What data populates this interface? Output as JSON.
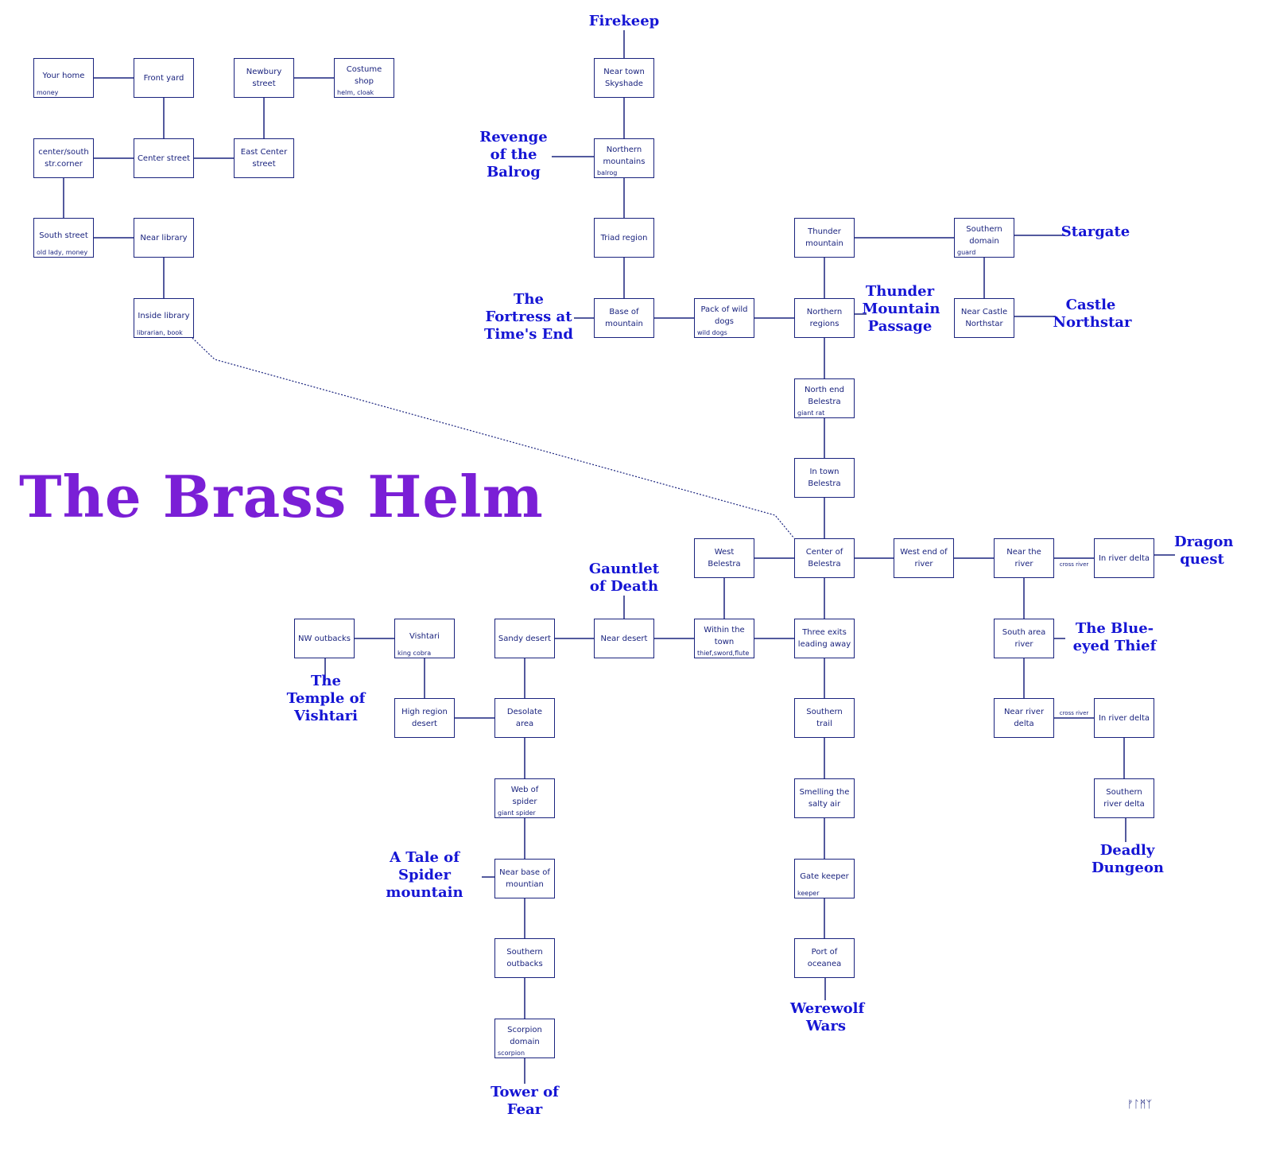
{
  "title": "The Brass Helm",
  "signature": "ᚠᛚᛗᛉ",
  "colors": {
    "box_border": "#1a237e",
    "box_text": "#1a237e",
    "quest_text": "#1515d4",
    "title": "#7a1fd6",
    "line": "#1a237e"
  },
  "rooms": [
    {
      "id": "your-home",
      "label": "Your home",
      "note": "money"
    },
    {
      "id": "front-yard",
      "label": "Front yard",
      "note": ""
    },
    {
      "id": "newbury-street",
      "label": "Newbury street",
      "note": ""
    },
    {
      "id": "costume-shop",
      "label": "Costume shop",
      "note": "helm, cloak"
    },
    {
      "id": "center-south-corner",
      "label": "center/south str.corner",
      "note": ""
    },
    {
      "id": "center-street",
      "label": "Center street",
      "note": ""
    },
    {
      "id": "east-center-street",
      "label": "East Center street",
      "note": ""
    },
    {
      "id": "south-street",
      "label": "South street",
      "note": "old lady, money"
    },
    {
      "id": "near-library",
      "label": "Near library",
      "note": ""
    },
    {
      "id": "inside-library",
      "label": "Inside library",
      "note": "librarian, book"
    },
    {
      "id": "near-town-skyshade",
      "label": "Near town Skyshade",
      "note": ""
    },
    {
      "id": "northern-mountains",
      "label": "Northern mountains",
      "note": "balrog"
    },
    {
      "id": "triad-region",
      "label": "Triad region",
      "note": ""
    },
    {
      "id": "base-of-mountain",
      "label": "Base of mountain",
      "note": ""
    },
    {
      "id": "pack-of-wild-dogs",
      "label": "Pack of wild dogs",
      "note": "wild dogs"
    },
    {
      "id": "thunder-mountain",
      "label": "Thunder mountain",
      "note": ""
    },
    {
      "id": "southern-domain",
      "label": "Southern domain",
      "note": "guard"
    },
    {
      "id": "northern-regions",
      "label": "Northern regions",
      "note": ""
    },
    {
      "id": "near-castle-northstar",
      "label": "Near Castle Northstar",
      "note": ""
    },
    {
      "id": "north-end-belestra",
      "label": "North end Belestra",
      "note": "giant rat"
    },
    {
      "id": "in-town-belestra",
      "label": "In town Belestra",
      "note": ""
    },
    {
      "id": "west-belestra",
      "label": "West Belestra",
      "note": ""
    },
    {
      "id": "center-of-belestra",
      "label": "Center of Belestra",
      "note": ""
    },
    {
      "id": "west-end-of-river",
      "label": "West end of river",
      "note": ""
    },
    {
      "id": "near-the-river",
      "label": "Near the river",
      "note": ""
    },
    {
      "id": "in-river-delta-1",
      "label": "In river delta",
      "note": ""
    },
    {
      "id": "nw-outbacks",
      "label": "NW outbacks",
      "note": ""
    },
    {
      "id": "vishtari",
      "label": "Vishtari",
      "note": "king cobra"
    },
    {
      "id": "sandy-desert",
      "label": "Sandy desert",
      "note": ""
    },
    {
      "id": "near-desert",
      "label": "Near desert",
      "note": ""
    },
    {
      "id": "within-the-town",
      "label": "Within the town",
      "note": "thief,sword,flute"
    },
    {
      "id": "three-exits",
      "label": "Three exits leading away",
      "note": ""
    },
    {
      "id": "south-area-river",
      "label": "South area river",
      "note": ""
    },
    {
      "id": "high-region-desert",
      "label": "High region desert",
      "note": ""
    },
    {
      "id": "desolate-area",
      "label": "Desolate area",
      "note": ""
    },
    {
      "id": "southern-trail",
      "label": "Southern trail",
      "note": ""
    },
    {
      "id": "near-river-delta",
      "label": "Near river delta",
      "note": ""
    },
    {
      "id": "in-river-delta-2",
      "label": "In river delta",
      "note": ""
    },
    {
      "id": "web-of-spider",
      "label": "Web of spider",
      "note": "giant spider"
    },
    {
      "id": "smelling-salty-air",
      "label": "Smelling the salty air",
      "note": ""
    },
    {
      "id": "southern-river-delta",
      "label": "Southern river delta",
      "note": ""
    },
    {
      "id": "near-base-of-mountain",
      "label": "Near base of mountian",
      "note": ""
    },
    {
      "id": "gate-keeper",
      "label": "Gate keeper",
      "note": "keeper"
    },
    {
      "id": "southern-outbacks",
      "label": "Southern outbacks",
      "note": ""
    },
    {
      "id": "port-of-oceanea",
      "label": "Port of oceanea",
      "note": ""
    },
    {
      "id": "scorpion-domain",
      "label": "Scorpion domain",
      "note": "scorpion"
    }
  ],
  "quests": [
    {
      "id": "firekeep",
      "label": "Firekeep"
    },
    {
      "id": "revenge-of-the-balrog",
      "label": "Revenge of the Balrog"
    },
    {
      "id": "stargate",
      "label": "Stargate"
    },
    {
      "id": "fortress-at-times-end",
      "label": "The Fortress at Time's End"
    },
    {
      "id": "thunder-mountain-passage",
      "label": "Thunder Mountain Passage"
    },
    {
      "id": "castle-northstar",
      "label": "Castle Northstar"
    },
    {
      "id": "dragon-quest",
      "label": "Dragon quest"
    },
    {
      "id": "gauntlet-of-death",
      "label": "Gauntlet of Death"
    },
    {
      "id": "blue-eyed-thief",
      "label": "The Blue-eyed Thief"
    },
    {
      "id": "temple-of-vishtari",
      "label": "The Temple of Vishtari"
    },
    {
      "id": "deadly-dungeon",
      "label": "Deadly Dungeon"
    },
    {
      "id": "tale-of-spider-mountain",
      "label": "A Tale of Spider mountain"
    },
    {
      "id": "werewolf-wars",
      "label": "Werewolf Wars"
    },
    {
      "id": "tower-of-fear",
      "label": "Tower of Fear"
    }
  ],
  "connections": [
    {
      "from": "your-home",
      "to": "front-yard"
    },
    {
      "from": "newbury-street",
      "to": "costume-shop"
    },
    {
      "from": "front-yard",
      "to": "center-street"
    },
    {
      "from": "newbury-street",
      "to": "east-center-street"
    },
    {
      "from": "center-south-corner",
      "to": "center-street"
    },
    {
      "from": "center-street",
      "to": "east-center-street"
    },
    {
      "from": "center-south-corner",
      "to": "south-street"
    },
    {
      "from": "south-street",
      "to": "near-library"
    },
    {
      "from": "near-library",
      "to": "inside-library"
    },
    {
      "from": "inside-library",
      "to": "center-of-belestra",
      "style": "dotted"
    },
    {
      "from": "firekeep",
      "to": "near-town-skyshade"
    },
    {
      "from": "near-town-skyshade",
      "to": "northern-mountains"
    },
    {
      "from": "revenge-of-the-balrog",
      "to": "northern-mountains"
    },
    {
      "from": "northern-mountains",
      "to": "triad-region"
    },
    {
      "from": "triad-region",
      "to": "base-of-mountain"
    },
    {
      "from": "fortress-at-times-end",
      "to": "base-of-mountain"
    },
    {
      "from": "base-of-mountain",
      "to": "pack-of-wild-dogs"
    },
    {
      "from": "pack-of-wild-dogs",
      "to": "northern-regions"
    },
    {
      "from": "thunder-mountain",
      "to": "southern-domain"
    },
    {
      "from": "southern-domain",
      "to": "stargate"
    },
    {
      "from": "thunder-mountain",
      "to": "northern-regions"
    },
    {
      "from": "northern-regions",
      "to": "thunder-mountain-passage"
    },
    {
      "from": "southern-domain",
      "to": "near-castle-northstar"
    },
    {
      "from": "near-castle-northstar",
      "to": "castle-northstar"
    },
    {
      "from": "northern-regions",
      "to": "north-end-belestra"
    },
    {
      "from": "north-end-belestra",
      "to": "in-town-belestra"
    },
    {
      "from": "in-town-belestra",
      "to": "center-of-belestra"
    },
    {
      "from": "west-belestra",
      "to": "center-of-belestra"
    },
    {
      "from": "center-of-belestra",
      "to": "west-end-of-river"
    },
    {
      "from": "west-end-of-river",
      "to": "near-the-river"
    },
    {
      "from": "near-the-river",
      "to": "in-river-delta-1",
      "label": "cross river"
    },
    {
      "from": "in-river-delta-1",
      "to": "dragon-quest"
    },
    {
      "from": "west-belestra",
      "to": "within-the-town"
    },
    {
      "from": "center-of-belestra",
      "to": "three-exits"
    },
    {
      "from": "within-the-town",
      "to": "three-exits"
    },
    {
      "from": "near-desert",
      "to": "within-the-town"
    },
    {
      "from": "gauntlet-of-death",
      "to": "near-desert"
    },
    {
      "from": "sandy-desert",
      "to": "near-desert"
    },
    {
      "from": "nw-outbacks",
      "to": "vishtari"
    },
    {
      "from": "nw-outbacks",
      "to": "temple-of-vishtari"
    },
    {
      "from": "vishtari",
      "to": "high-region-desert"
    },
    {
      "from": "high-region-desert",
      "to": "desolate-area"
    },
    {
      "from": "sandy-desert",
      "to": "desolate-area"
    },
    {
      "from": "desolate-area",
      "to": "web-of-spider"
    },
    {
      "from": "web-of-spider",
      "to": "near-base-of-mountain"
    },
    {
      "from": "tale-of-spider-mountain",
      "to": "near-base-of-mountain"
    },
    {
      "from": "near-base-of-mountain",
      "to": "southern-outbacks"
    },
    {
      "from": "southern-outbacks",
      "to": "scorpion-domain"
    },
    {
      "from": "scorpion-domain",
      "to": "tower-of-fear"
    },
    {
      "from": "three-exits",
      "to": "southern-trail"
    },
    {
      "from": "southern-trail",
      "to": "smelling-salty-air"
    },
    {
      "from": "smelling-salty-air",
      "to": "gate-keeper"
    },
    {
      "from": "gate-keeper",
      "to": "port-of-oceanea"
    },
    {
      "from": "port-of-oceanea",
      "to": "werewolf-wars"
    },
    {
      "from": "near-the-river",
      "to": "south-area-river"
    },
    {
      "from": "south-area-river",
      "to": "blue-eyed-thief"
    },
    {
      "from": "south-area-river",
      "to": "near-river-delta"
    },
    {
      "from": "near-river-delta",
      "to": "in-river-delta-2",
      "label": "cross river"
    },
    {
      "from": "in-river-delta-2",
      "to": "southern-river-delta"
    },
    {
      "from": "southern-river-delta",
      "to": "deadly-dungeon"
    }
  ]
}
